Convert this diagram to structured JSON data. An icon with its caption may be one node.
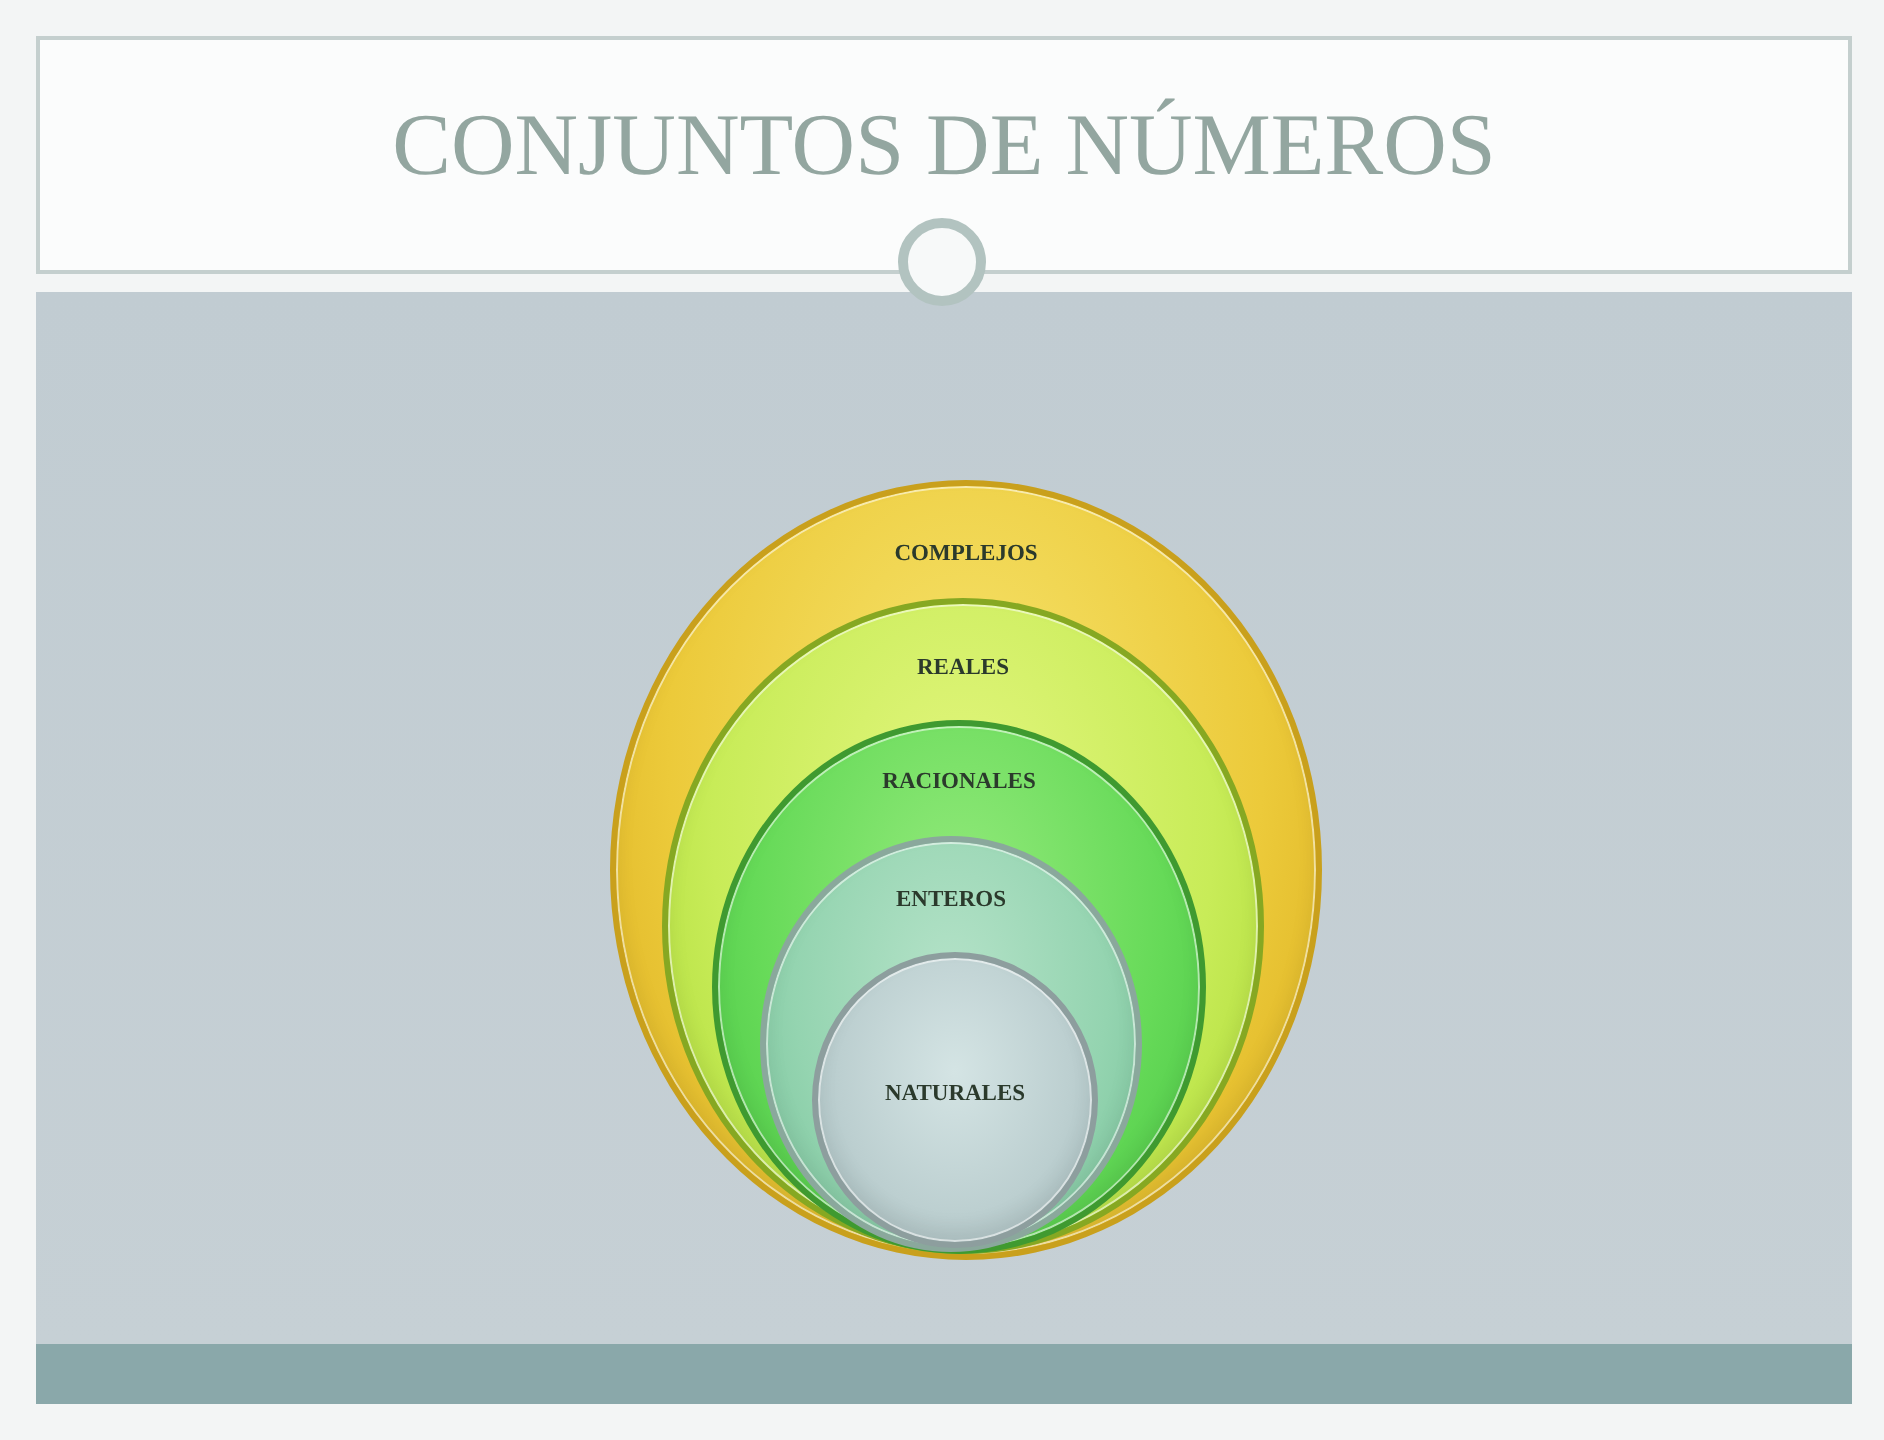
{
  "diagram": {
    "title": "CONJUNTOS DE NÚMEROS",
    "nodes": [
      {
        "text": [
          "COMPLEJOS"
        ]
      },
      {
        "text": [
          "REALES"
        ],
        "in": 0
      },
      {
        "text": [
          "RACIONALES"
        ],
        "in": 1
      },
      {
        "text": [
          "ENTEROS"
        ],
        "in": 2
      },
      {
        "text": [
          "NATURALES"
        ],
        "in": 3
      }
    ],
    "edges": []
  }
}
